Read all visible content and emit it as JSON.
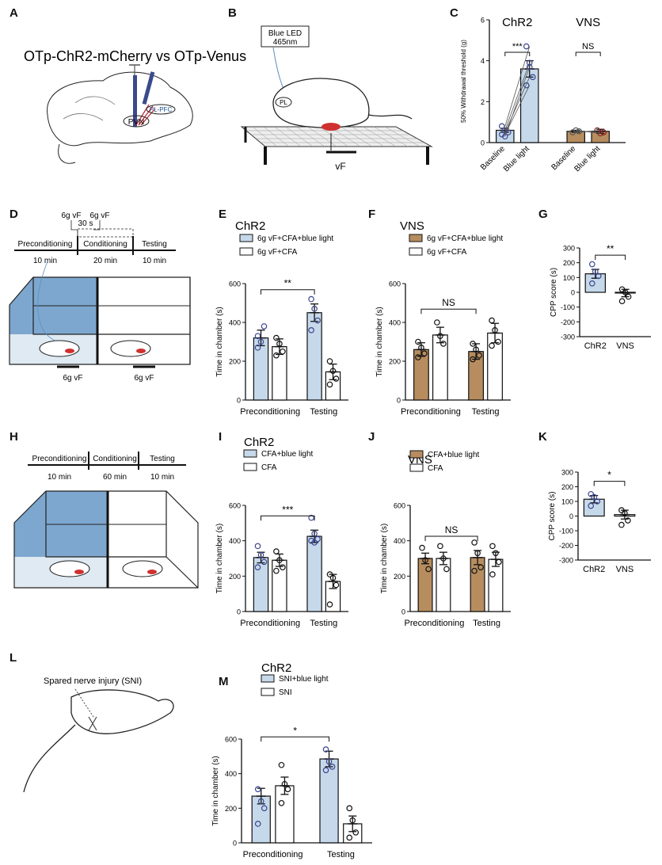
{
  "panels": {
    "A": {
      "letter": "A",
      "title": "OTp-ChR2-mCherry vs OTp-Venus",
      "labels": [
        "PVN",
        "PL-PFC"
      ]
    },
    "B": {
      "letter": "B",
      "led": [
        "Blue LED",
        "465nm"
      ],
      "pl": "PL",
      "vf": "vF"
    },
    "C": {
      "letter": "C"
    },
    "D": {
      "letter": "D",
      "stim": [
        "6g vF",
        "6g vF"
      ],
      "stim_interval": "30 s",
      "phases": [
        "Preconditioning",
        "Conditioning",
        "Testing"
      ],
      "durations": [
        "10 min",
        "20 min",
        "10 min"
      ],
      "vf_labels": [
        "6g vF",
        "6g vF"
      ]
    },
    "E": {
      "letter": "E"
    },
    "F": {
      "letter": "F"
    },
    "G": {
      "letter": "G"
    },
    "H": {
      "letter": "H",
      "phases": [
        "Preconditioning",
        "Conditioning",
        "Testing"
      ],
      "durations": [
        "10 min",
        "60 min",
        "10 min"
      ]
    },
    "I": {
      "letter": "I"
    },
    "J": {
      "letter": "J"
    },
    "K": {
      "letter": "K"
    },
    "L": {
      "letter": "L",
      "label": "Spared nerve injury (SNI)"
    },
    "M": {
      "letter": "M"
    }
  },
  "colors": {
    "chr2_fill": "#c6d9ea",
    "vns_fill": "#b78d5f",
    "dot_blue": "#3a4690",
    "edge": "#111111",
    "chamber_blue": "#7da7cf",
    "chamber_floor": "#dfeaf2"
  },
  "chart_data": [
    {
      "panel": "C",
      "type": "bar",
      "ylabel": "50% Withdrawal threshold (g)",
      "ylim": [
        0,
        6
      ],
      "yticks": [
        0,
        2,
        4,
        6
      ],
      "groups": [
        {
          "title": "ChR2",
          "sig": "***"
        },
        {
          "title": "VNS",
          "sig": "NS"
        }
      ],
      "categories": [
        "Baseline",
        "Blue light",
        "Baseline",
        "Blue light"
      ],
      "values": [
        0.6,
        3.6,
        0.55,
        0.55
      ],
      "errors": [
        0.1,
        0.4,
        0.05,
        0.1
      ],
      "points": [
        [
          0.8,
          0.6,
          0.5,
          0.4,
          0.3
        ],
        [
          4.7,
          3.9,
          3.2,
          2.8,
          3.7
        ],
        [
          0.5,
          0.6,
          0.55
        ],
        [
          0.6,
          0.45,
          0.5
        ]
      ]
    },
    {
      "panel": "E",
      "type": "bar",
      "title": "ChR2",
      "ylabel": "Time in chamber (s)",
      "ylim": [
        0,
        600
      ],
      "yticks": [
        0,
        200,
        400,
        600
      ],
      "categories": [
        "Preconditioning",
        "Testing"
      ],
      "series": [
        {
          "name": "6g vF+CFA+blue light",
          "values": [
            320,
            450
          ],
          "errors": [
            40,
            45
          ],
          "points": [
            [
              330,
              300,
              380,
              270
            ],
            [
              520,
              470,
              410,
              360
            ]
          ]
        },
        {
          "name": "6g vF+CFA",
          "values": [
            275,
            145
          ],
          "errors": [
            40,
            40
          ],
          "points": [
            [
              320,
              290,
              250,
              230
            ],
            [
              200,
              150,
              110,
              80
            ]
          ]
        }
      ],
      "annotations": [
        "**"
      ]
    },
    {
      "panel": "F",
      "type": "bar",
      "title": "VNS",
      "ylabel": "Time in chamber (s)",
      "ylim": [
        0,
        600
      ],
      "yticks": [
        0,
        200,
        400,
        600
      ],
      "categories": [
        "Preconditioning",
        "Testing"
      ],
      "series": [
        {
          "name": "6g vF+CFA+blue light",
          "values": [
            260,
            250
          ],
          "errors": [
            35,
            40
          ],
          "points": [
            [
              300,
              270,
              240,
              220
            ],
            [
              290,
              260,
              230,
              210
            ]
          ]
        },
        {
          "name": "6g vF+CFA",
          "values": [
            335,
            345
          ],
          "errors": [
            40,
            50
          ],
          "points": [
            [
              400,
              330,
              290
            ],
            [
              410,
              360,
              300,
              280
            ]
          ]
        }
      ],
      "annotations": [
        "NS"
      ]
    },
    {
      "panel": "G",
      "type": "bar",
      "ylabel": "CPP score (s)",
      "ylim": [
        -300,
        300
      ],
      "yticks": [
        300,
        200,
        100,
        0,
        -100,
        -200,
        -300
      ],
      "categories": [
        "ChR2",
        "VNS"
      ],
      "values": [
        125,
        -5
      ],
      "errors": [
        30,
        25
      ],
      "points": [
        [
          190,
          140,
          110,
          60
        ],
        [
          20,
          0,
          -30,
          -60
        ]
      ],
      "annotations": [
        "**"
      ]
    },
    {
      "panel": "I",
      "type": "bar",
      "title": "ChR2",
      "ylabel": "Time in chamber (s)",
      "ylim": [
        0,
        600
      ],
      "yticks": [
        0,
        200,
        400,
        600
      ],
      "categories": [
        "Preconditioning",
        "Testing"
      ],
      "series": [
        {
          "name": "CFA+blue light",
          "values": [
            305,
            425
          ],
          "errors": [
            30,
            35
          ],
          "points": [
            [
              370,
              320,
              280,
              250
            ],
            [
              530,
              440,
              410,
              400,
              390
            ]
          ]
        },
        {
          "name": "CFA",
          "values": [
            290,
            170
          ],
          "errors": [
            35,
            40
          ],
          "points": [
            [
              340,
              290,
              250,
              230
            ],
            [
              210,
              190,
              150,
              40
            ]
          ]
        }
      ],
      "annotations": [
        "***"
      ]
    },
    {
      "panel": "J",
      "type": "bar",
      "title": "VNS",
      "ylabel": "Time in chamber (s)",
      "ylim": [
        0,
        600
      ],
      "yticks": [
        0,
        200,
        400,
        600
      ],
      "categories": [
        "Preconditioning",
        "Testing"
      ],
      "series": [
        {
          "name": "CFA+blue light",
          "values": [
            300,
            305
          ],
          "errors": [
            30,
            40
          ],
          "points": [
            [
              360,
              290,
              240
            ],
            [
              390,
              330,
              250,
              230
            ]
          ]
        },
        {
          "name": "CFA",
          "values": [
            300,
            295
          ],
          "errors": [
            35,
            40
          ],
          "points": [
            [
              370,
              300,
              240
            ],
            [
              370,
              330,
              280,
              210
            ]
          ]
        }
      ],
      "annotations": [
        "NS"
      ]
    },
    {
      "panel": "K",
      "type": "bar",
      "ylabel": "CPP score (s)",
      "ylim": [
        -300,
        300
      ],
      "yticks": [
        300,
        200,
        100,
        0,
        -100,
        -200,
        -300
      ],
      "categories": [
        "ChR2",
        "VNS"
      ],
      "values": [
        115,
        10
      ],
      "errors": [
        25,
        30
      ],
      "points": [
        [
          150,
          130,
          100,
          70
        ],
        [
          40,
          20,
          -30,
          -60
        ]
      ],
      "annotations": [
        "*"
      ]
    },
    {
      "panel": "M",
      "type": "bar",
      "title": "ChR2",
      "ylabel": "Time in chamber (s)",
      "ylim": [
        0,
        600
      ],
      "yticks": [
        0,
        200,
        400,
        600
      ],
      "categories": [
        "Preconditioning",
        "Testing"
      ],
      "series": [
        {
          "name": "SNI+blue light",
          "values": [
            270,
            485
          ],
          "errors": [
            45,
            45
          ],
          "points": [
            [
              310,
              240,
              200,
              110
            ],
            [
              540,
              470,
              440,
              420
            ]
          ]
        },
        {
          "name": "SNI",
          "values": [
            330,
            110
          ],
          "errors": [
            50,
            45
          ],
          "points": [
            [
              450,
              340,
              310,
              230
            ],
            [
              200,
              130,
              60,
              30
            ]
          ]
        }
      ],
      "annotations": [
        "*"
      ]
    }
  ]
}
